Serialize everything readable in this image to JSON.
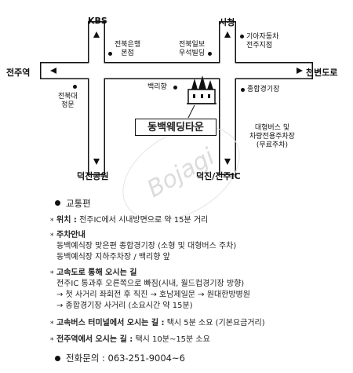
{
  "map": {
    "directions": {
      "top_left": "KBS",
      "top_right": "시청",
      "left": "전주역",
      "right": "천변도로",
      "bottom_left": "덕진공원",
      "bottom_right": "덕진/전주IC"
    },
    "landmarks": {
      "jeonbuk_bank": [
        "전북은행",
        "본점"
      ],
      "jeonbuk_daily": [
        "전북일보",
        "우석빌딩"
      ],
      "kia_motors": [
        "기아자동차",
        "전주지점"
      ],
      "jeonbuk_univ": [
        "전북대",
        "정문"
      ],
      "baekri": "백리향",
      "arena": "종합경기장",
      "parking": [
        "대형버스 및",
        "차량전용주차장",
        "(무료주차)"
      ]
    },
    "venue": "동백웨딩타운",
    "watermark": "Bojagi"
  },
  "info": {
    "section_title": "교통편",
    "location_label": "위치 :",
    "location_text": "전주IC에서 시내방면으로 약 15분 거리",
    "parking_label": "주차안내",
    "parking_lines": [
      "동백예식장 맞은편 종합경기장 (소형 및 대형버스 주차)",
      "동백예식장 지하주차장 / 백리향 앞"
    ],
    "highway_label": "고속도로 통해 오시는 길",
    "highway_lines": [
      "전주IC 통과후 오른쪽으로 빠짐(시내, 월드컵경기장 방향)",
      "→ 첫 사거리 좌회전 후 직진 → 호남제일문 → 원대한방병원",
      "→ 종합경기장 사거리 (소요시간 약 15분)"
    ],
    "express_bus_label": "고속버스 터미널에서 오시는 길 :",
    "express_bus_text": "택시 5분 소요 (기본요금거리)",
    "station_label": "전주역에서 오시는 길 :",
    "station_text": "택시 10분~15분 소요",
    "phone_label": "전화문의 :",
    "phone": "063-251-9004~6"
  }
}
